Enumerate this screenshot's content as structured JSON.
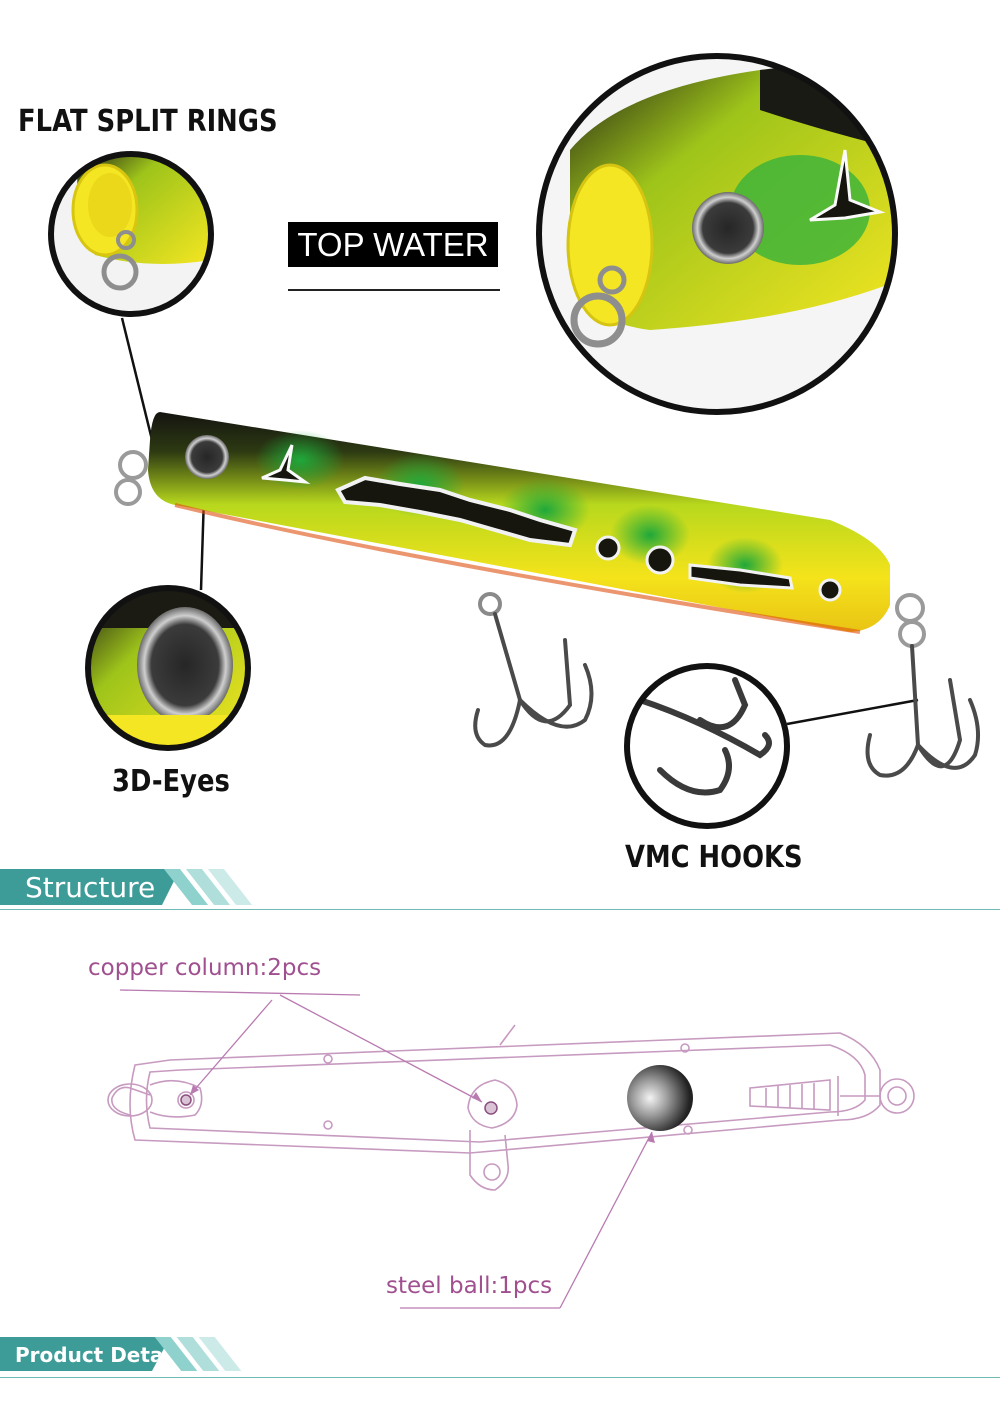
{
  "callouts": {
    "flat_split_rings": "FLAT SPLIT RINGS",
    "eyes": "3D-Eyes",
    "vmc_hooks": "VMC HOOKS"
  },
  "badge": {
    "top_water": "TOP WATER"
  },
  "sections": {
    "structure": "Structure",
    "product_detail": "Product Detail"
  },
  "structure_labels": {
    "copper_column": "copper column:2pcs",
    "steel_ball": "steel ball:1pcs"
  },
  "colors": {
    "accent_teal": "#3d9c98",
    "accent_teal_light": "#8fd1cc",
    "diagram_purple": "#a0508f",
    "lure_yellow": "#f2df1a",
    "lure_green": "#3fb43a",
    "lure_black": "#1a1a14"
  }
}
